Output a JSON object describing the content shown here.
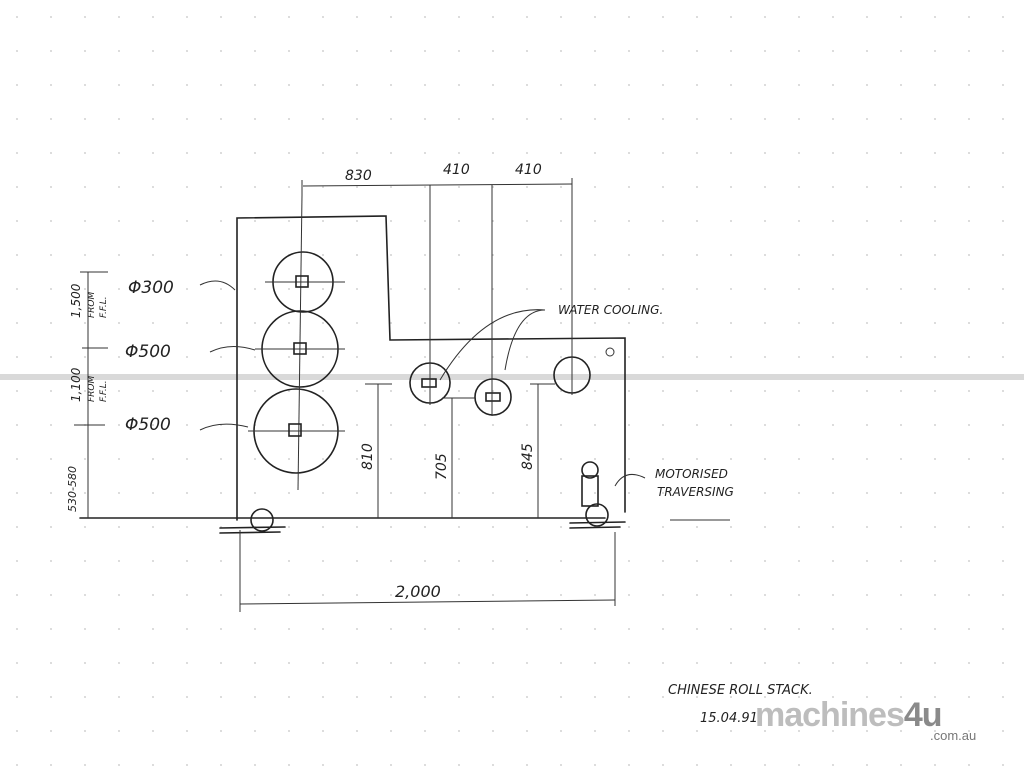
{
  "drawing": {
    "title": "CHINESE ROLL STACK.",
    "date": "15.04.91",
    "rolls": [
      {
        "label": "Φ300"
      },
      {
        "label": "Φ500"
      },
      {
        "label": "Φ500"
      }
    ],
    "heights": [
      {
        "value": "1,500",
        "note1": "FROM",
        "note2": "F.F.L."
      },
      {
        "value": "1,100",
        "note1": "FROM",
        "note2": "F.F.L."
      },
      {
        "value": "530-580"
      }
    ],
    "top_dimensions": [
      "830",
      "410",
      "410"
    ],
    "vertical_dimensions": [
      "810",
      "705",
      "845"
    ],
    "overall_width": "2,000",
    "notes": {
      "water_cooling": "WATER COOLING.",
      "motorised_1": "MOTORISED",
      "motorised_2": "TRAVERSING"
    }
  },
  "watermark": {
    "brand": "machines",
    "brand_num": "4u",
    "domain": ".com.au"
  }
}
